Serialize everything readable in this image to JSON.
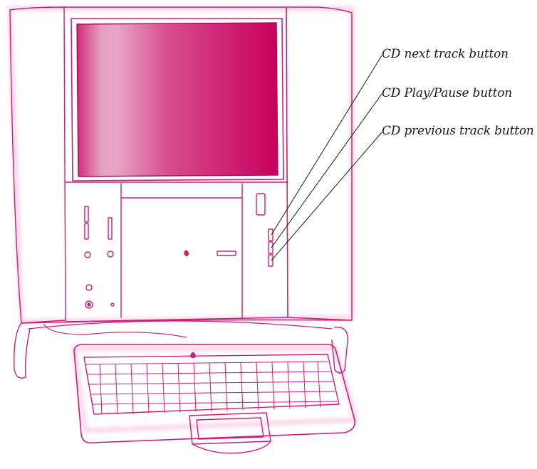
{
  "diagram": {
    "colors": {
      "outline": "#cc1d7a",
      "glow": "#f3b8d6",
      "screen_dark": "#c8005c",
      "screen_light": "#e9a3c2",
      "leader": "#1a1a1a"
    },
    "callouts": {
      "next_track": "CD next track button",
      "play_pause": "CD Play/Pause button",
      "previous_track": "CD previous track button"
    }
  }
}
